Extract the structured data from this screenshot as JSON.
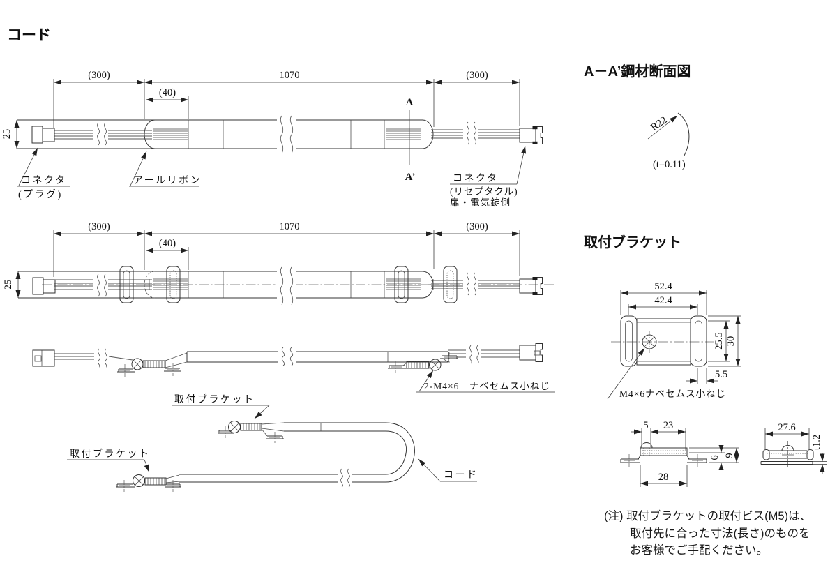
{
  "title": "コード",
  "colors": {
    "line": "#333333",
    "text": "#111111",
    "background": "#ffffff"
  },
  "d1": {
    "dim_left": "(300)",
    "dim_mid": "1070",
    "dim_right": "(300)",
    "dim_inner": "(40)",
    "dim_height": "25",
    "sec_top": "A",
    "sec_bot": "A’",
    "plug1": "コネクタ",
    "plug2": "(プラグ)",
    "ribbon": "アールリボン",
    "recep1": "コネクタ",
    "recep2": "(リセプタクル)",
    "recep3": "扉・電気錠側"
  },
  "aa": {
    "heading": "A－A’鋼材断面図",
    "radius": "R22",
    "thickness": "(t=0.11)"
  },
  "d2": {
    "dim_left": "(300)",
    "dim_mid": "1070",
    "dim_right": "(300)",
    "dim_inner": "(40)",
    "dim_height": "25"
  },
  "d3": {
    "screw": "2-M4×6　ナベセムス小ねじ"
  },
  "d4": {
    "b1": "取付ブラケット",
    "b2": "取付ブラケット",
    "cord": "コード"
  },
  "bk": {
    "heading": "取付ブラケット",
    "front": {
      "w1": "52.4",
      "w2": "42.4",
      "h1": "25.5",
      "h2": "30",
      "off": "5.5",
      "screw": "M4×6ナベセムス小ねじ"
    },
    "side": {
      "d5": "5",
      "d23": "23",
      "d28": "28",
      "d6": "6",
      "d9": "9"
    },
    "end": {
      "w": "27.6",
      "t": "t1.2"
    }
  },
  "note": {
    "l1": "(注) 取付ブラケットの取付ビス(M5)は、",
    "l2": "取付先に合った寸法(長さ)のものを",
    "l3": "お客様でご手配ください。"
  }
}
